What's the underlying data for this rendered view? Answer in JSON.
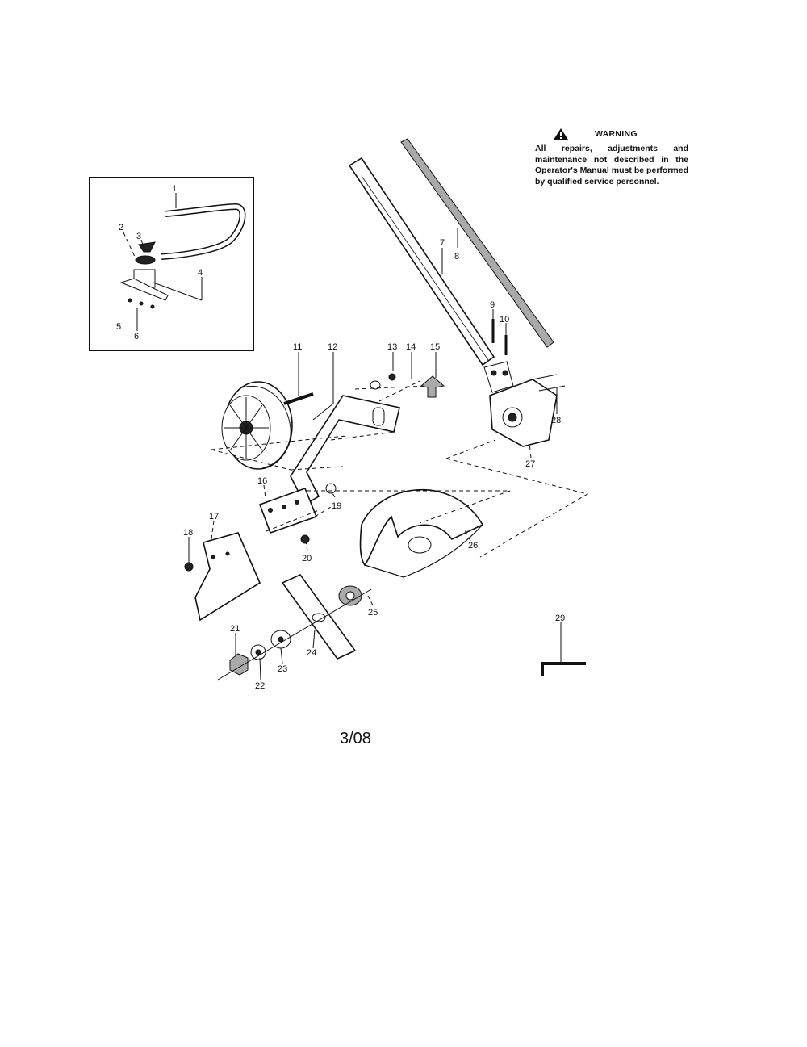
{
  "warning": {
    "title": "WARNING",
    "text": "All repairs, adjustments and maintenance not described in the Operator's Manual must be performed by qualified service personnel."
  },
  "date_code": "3/08",
  "callouts": [
    "1",
    "2",
    "3",
    "4",
    "5",
    "6",
    "7",
    "8",
    "9",
    "10",
    "11",
    "12",
    "13",
    "14",
    "15",
    "16",
    "17",
    "18",
    "19",
    "20",
    "21",
    "22",
    "23",
    "24",
    "25",
    "26",
    "27",
    "28",
    "29"
  ]
}
